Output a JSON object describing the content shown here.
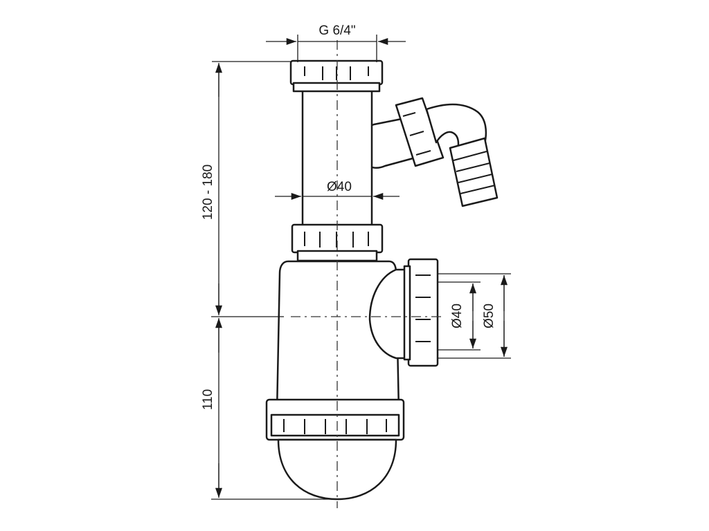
{
  "dimensions": {
    "thread": "G 6/4\"",
    "tube_diameter": "Ø40",
    "height_adjustable": "120 - 180",
    "height_bottom": "110",
    "outlet_inner_diameter": "Ø40",
    "outlet_outer_diameter": "Ø50"
  },
  "colors": {
    "line": "#1a1a1a",
    "background": "#ffffff"
  }
}
